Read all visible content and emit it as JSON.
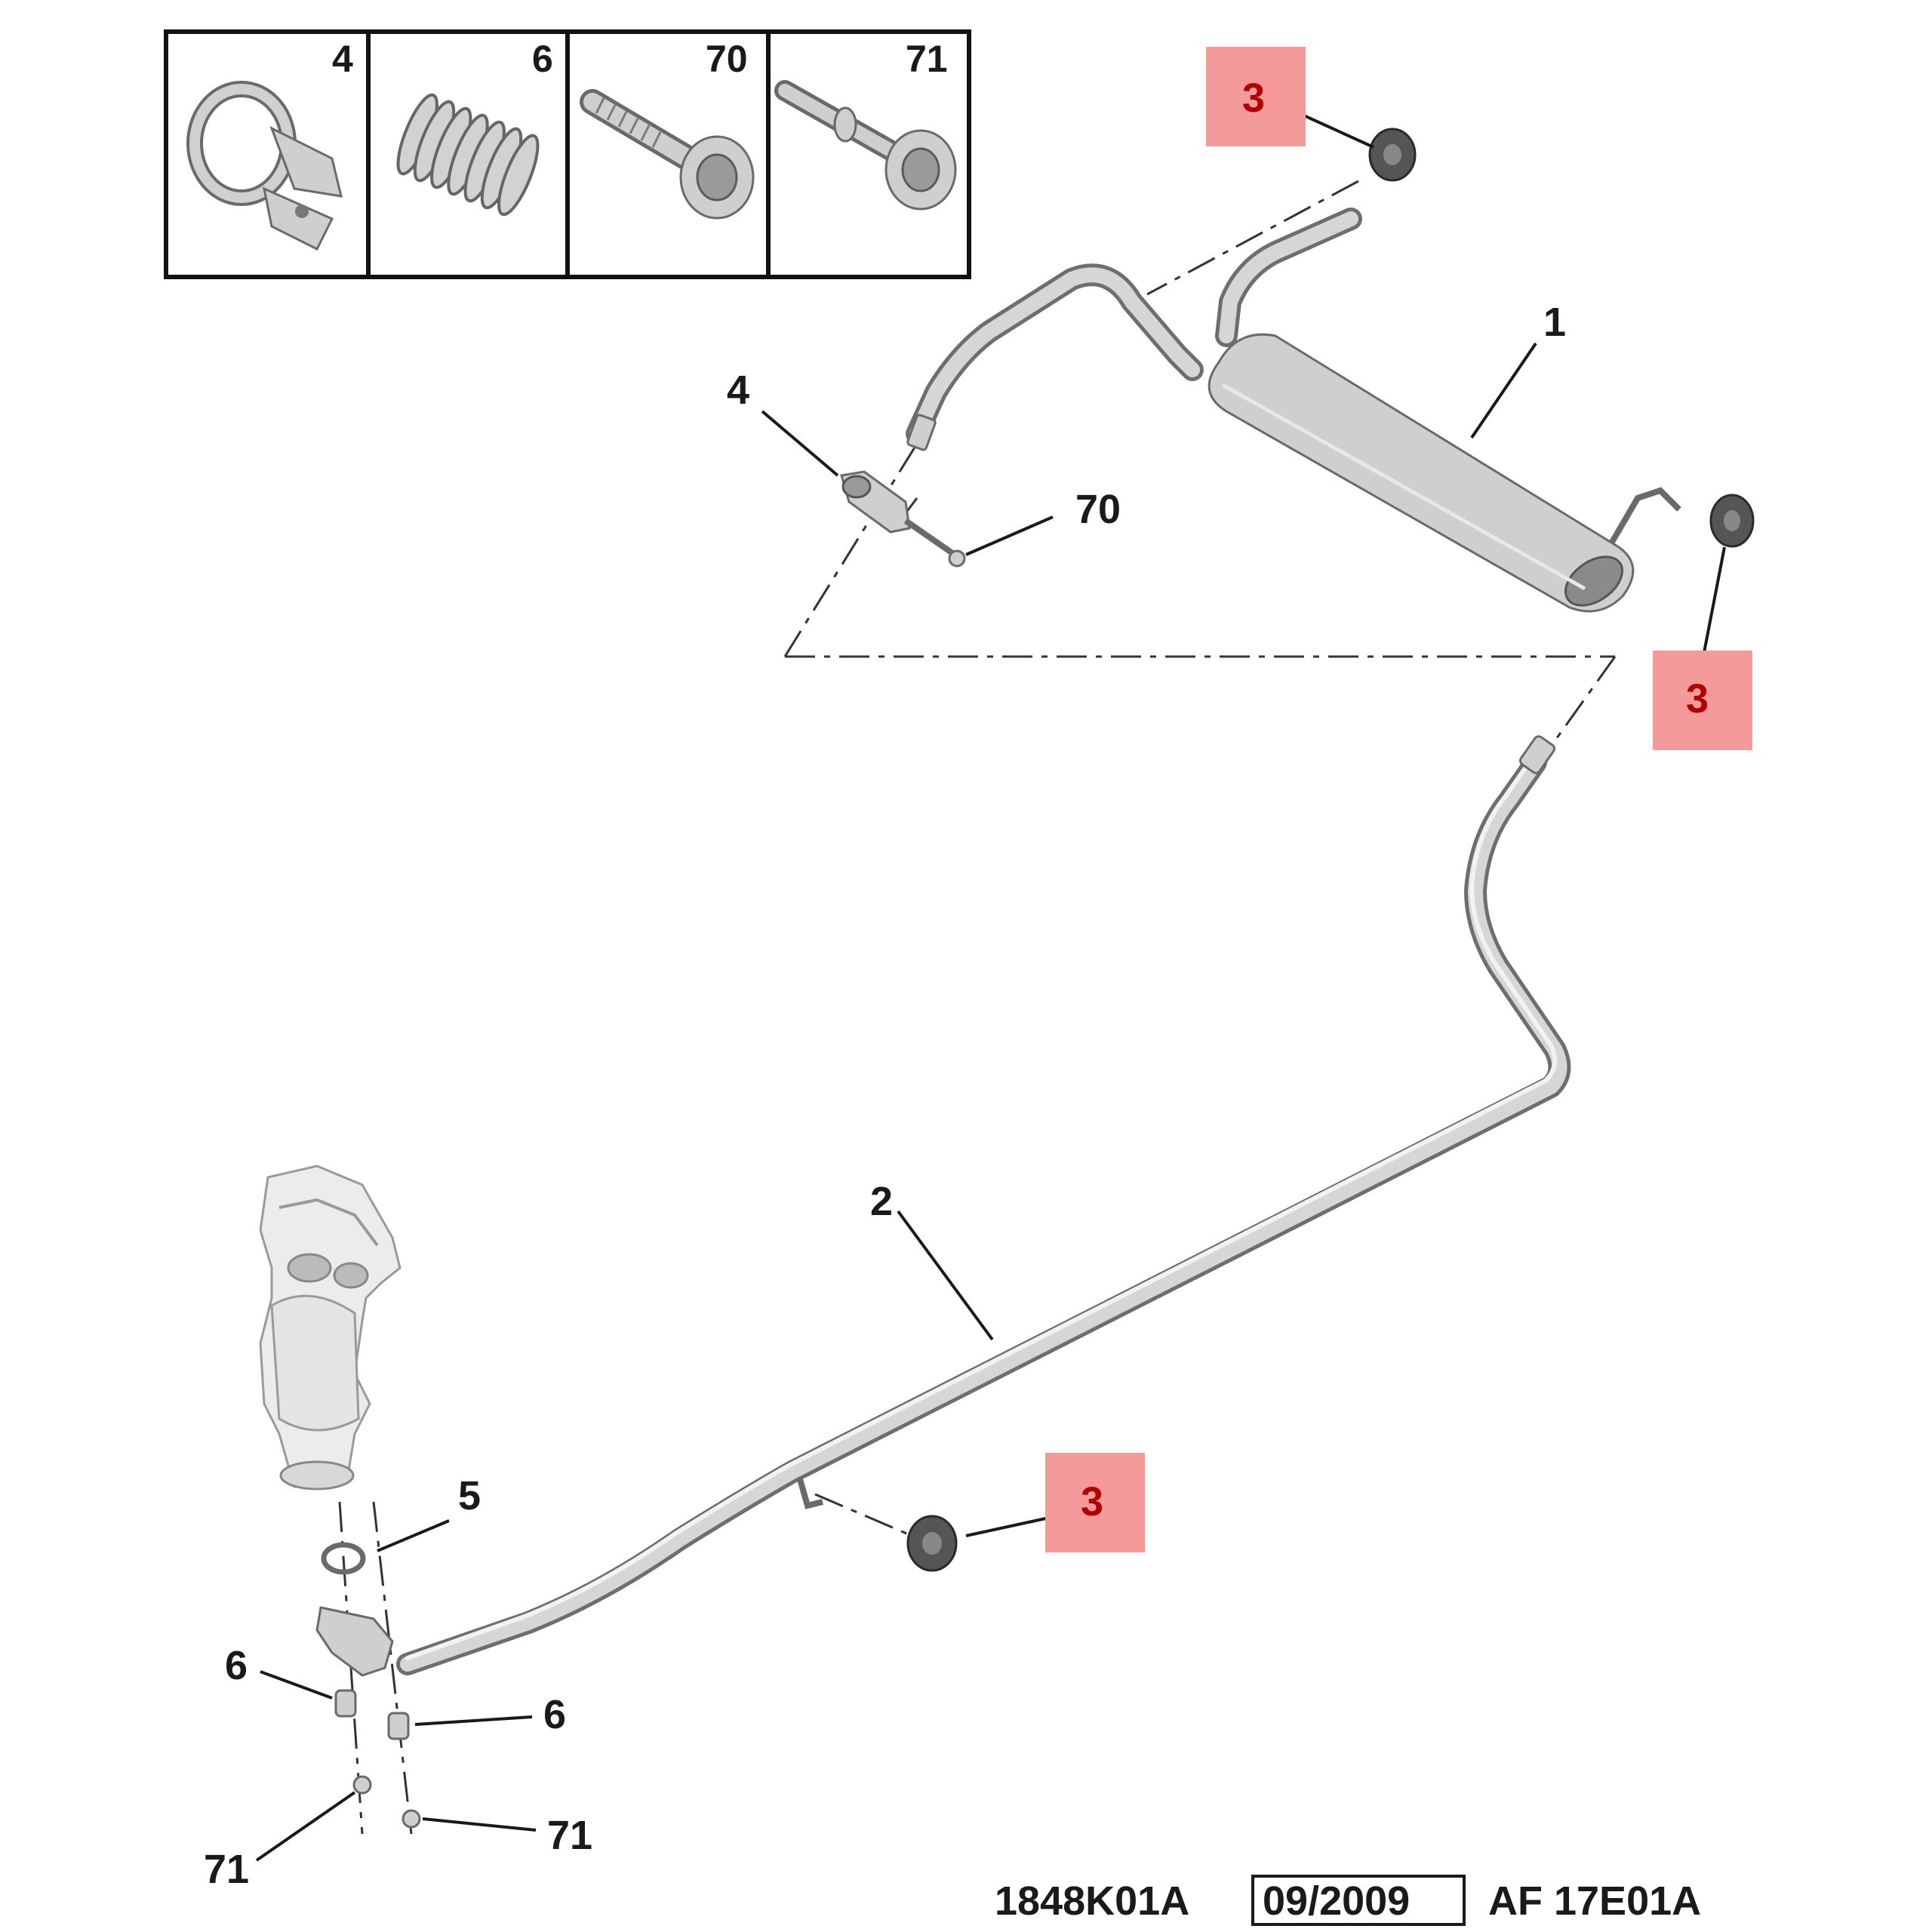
{
  "legend": {
    "items": [
      {
        "label": "4",
        "icon": "clamp-icon"
      },
      {
        "label": "6",
        "icon": "spring-icon"
      },
      {
        "label": "70",
        "icon": "bolt-icon"
      },
      {
        "label": "71",
        "icon": "stud-bolt-icon"
      }
    ]
  },
  "callouts": {
    "muffler": "1",
    "pipe": "2",
    "mount_top": "3",
    "mount_right": "3",
    "mount_bottom": "3",
    "clamp": "4",
    "gasket": "5",
    "spring_left": "6",
    "spring_right": "6",
    "bolt": "70",
    "stud_left": "71",
    "stud_right": "71"
  },
  "footer": {
    "reference": "1848K01A",
    "date": "09/2009",
    "code": "AF 17E01A"
  },
  "colors": {
    "highlight": "#f49a9a",
    "highlight_text": "#b00000"
  }
}
